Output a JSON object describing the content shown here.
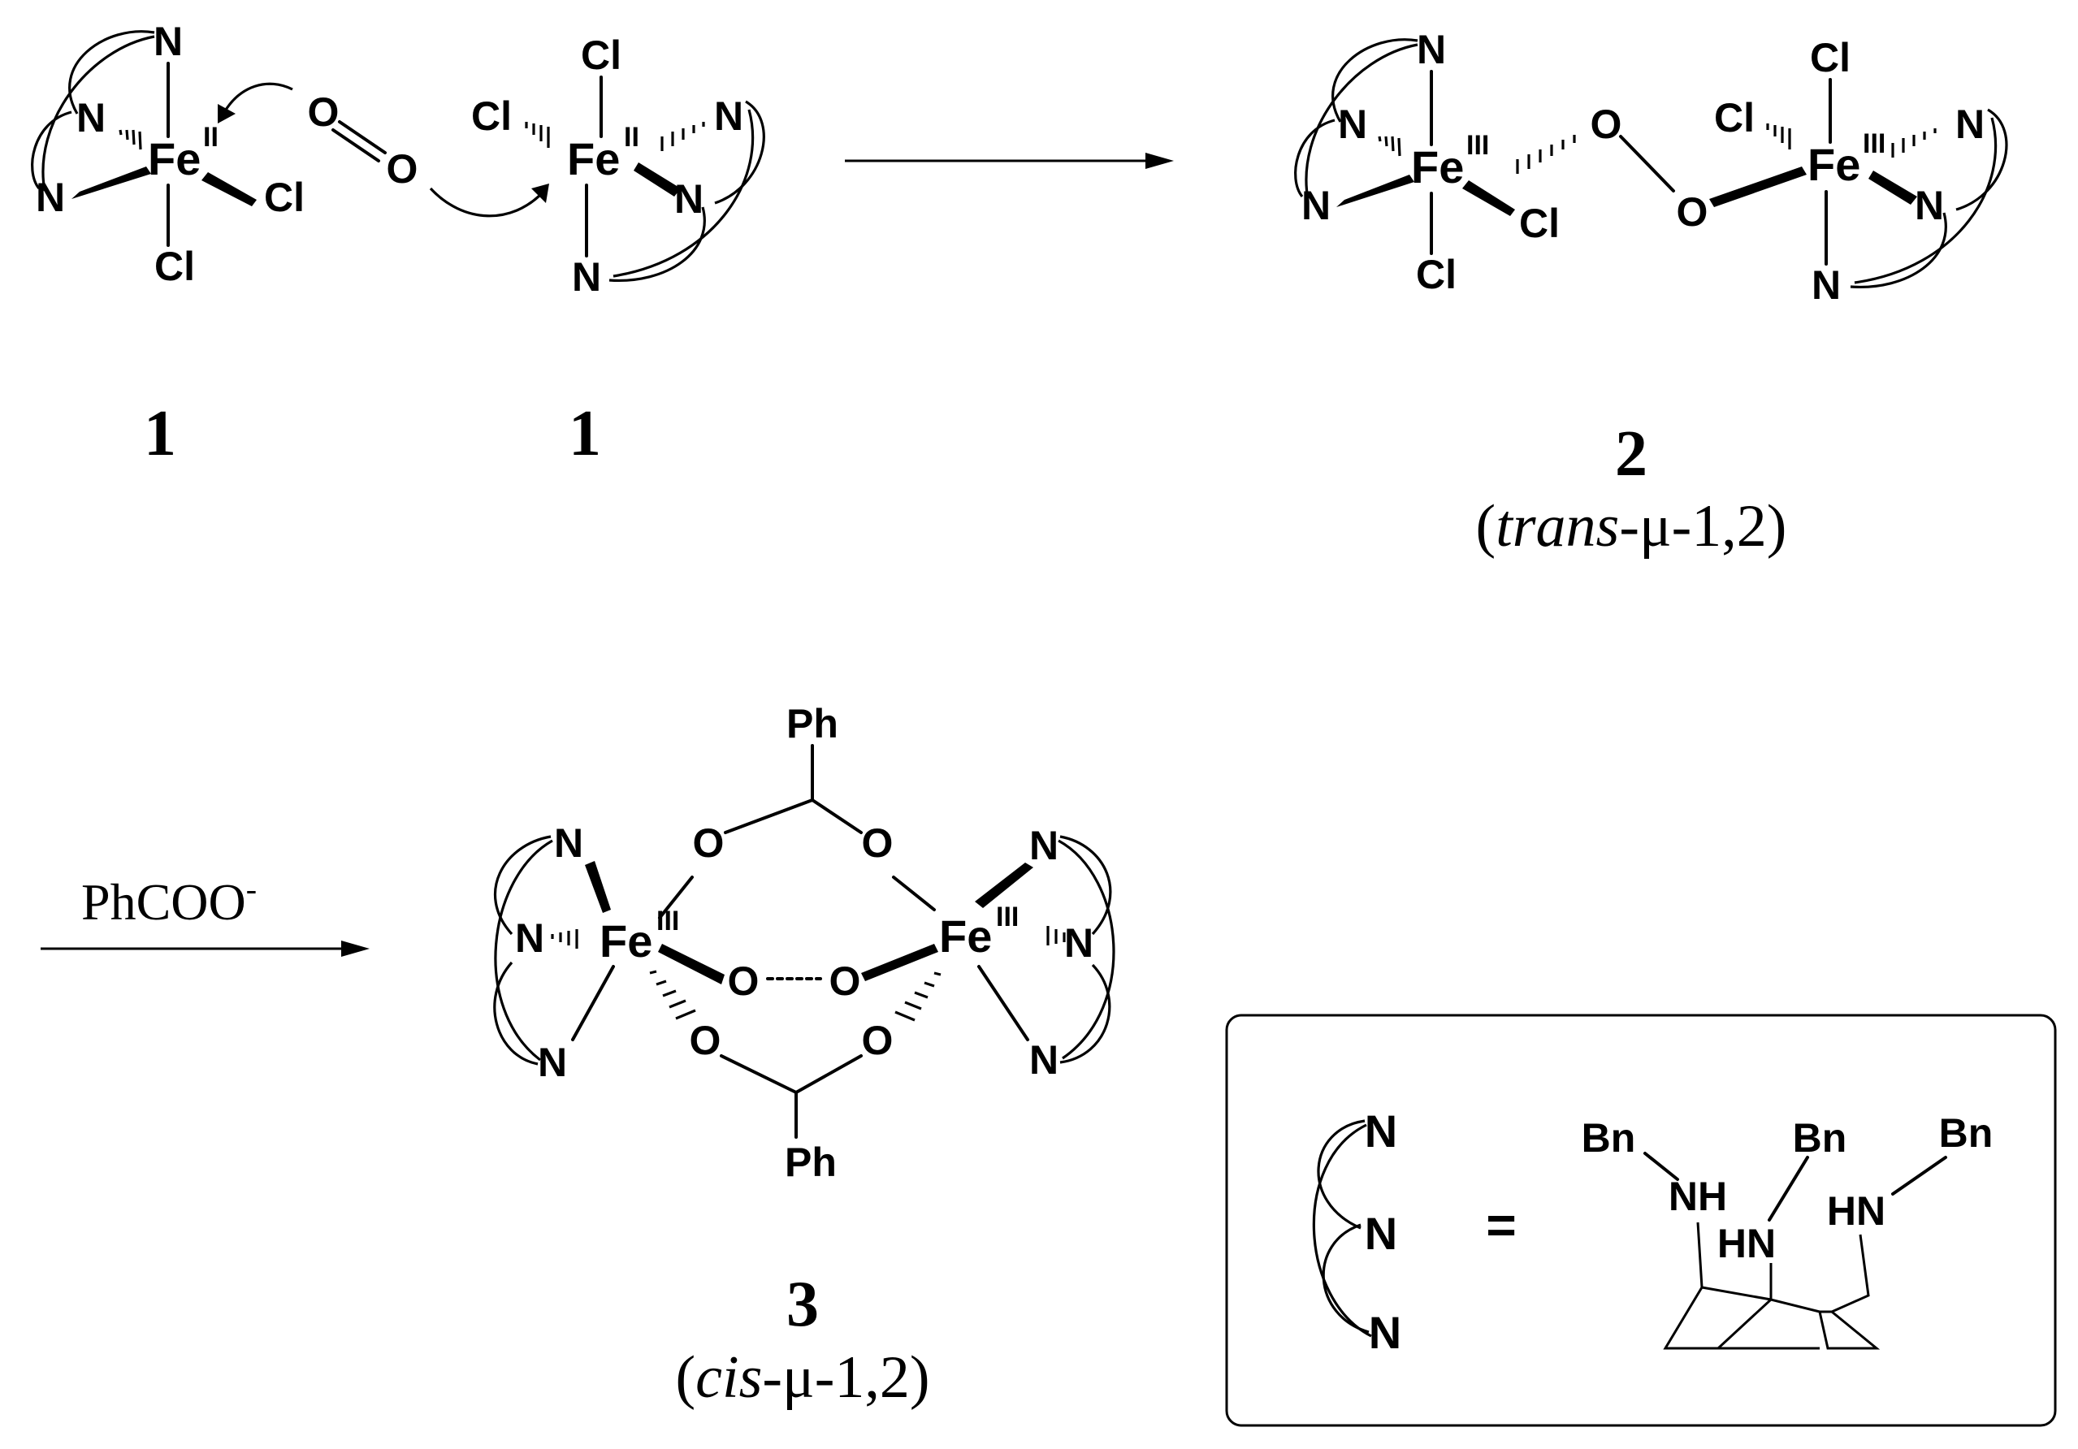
{
  "labels": {
    "compound_1a": "1",
    "compound_1b": "1",
    "compound_2": "2",
    "compound_2_desc_pre": "(",
    "compound_2_desc_italic": "trans",
    "compound_2_desc_post": "-μ-1,2)",
    "compound_3": "3",
    "compound_3_desc_pre": "(",
    "compound_3_desc_italic": "cis",
    "compound_3_desc_post": "-μ-1,2)",
    "reagent_main": "PhCOO",
    "reagent_charge": "-"
  },
  "atoms": {
    "n": "N",
    "fe": "Fe",
    "ox2": "II",
    "ox3": "III",
    "cl": "Cl",
    "o": "O",
    "ph": "Ph",
    "bn": "Bn",
    "nh": "NH",
    "hn": "HN",
    "equals": "="
  }
}
